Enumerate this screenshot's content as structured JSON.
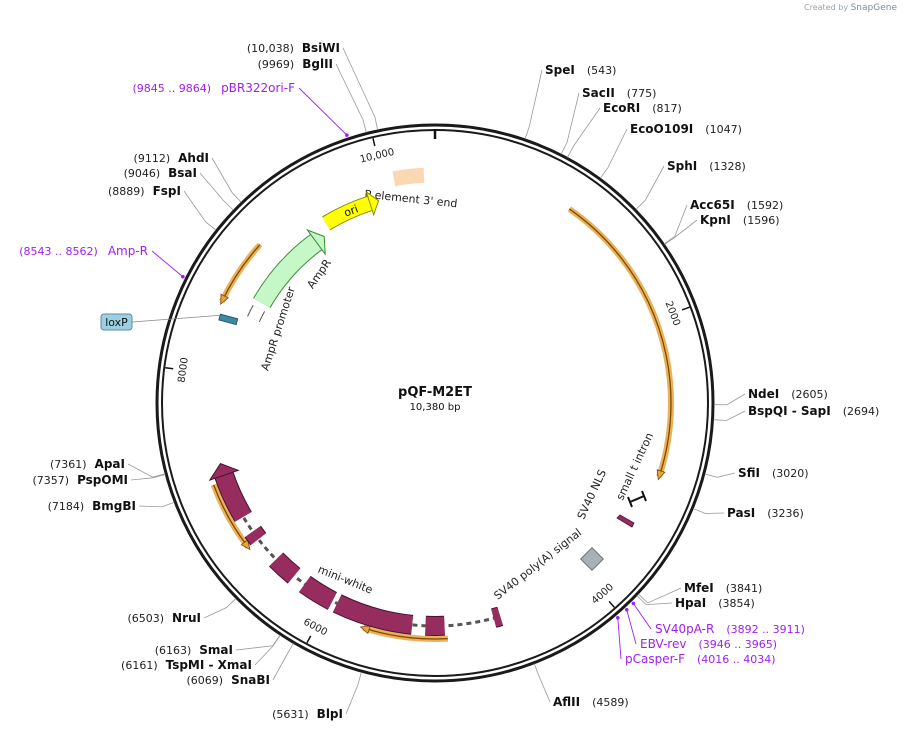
{
  "credit": {
    "prefix": "Created by",
    "brand": "SnapGene"
  },
  "plasmid": {
    "name": "pQF-M2ET",
    "size_label": "10,380 bp",
    "length": 10380
  },
  "colors": {
    "backbone": "#1a1a1a",
    "primer": "#a020f0",
    "feature_maroon": "#962d5e",
    "orf_orange": "#e8a33c",
    "ori_yellow": "#ffff00",
    "ampr_green": "#c6f7c6",
    "p_element": "#fbd8b4",
    "loxp_blue": "#9cd0e0"
  },
  "tick_labels": [
    {
      "pos": 10000,
      "label": "10,000"
    },
    {
      "pos": 2000,
      "label": "2000"
    },
    {
      "pos": 4000,
      "label": "4000"
    },
    {
      "pos": 6000,
      "label": "6000"
    },
    {
      "pos": 8000,
      "label": "8000"
    }
  ],
  "sites": [
    {
      "pos": 10038,
      "num": "(10,038)",
      "name": "BsiWI",
      "side": "L"
    },
    {
      "pos": 9969,
      "num": "(9969)",
      "name": "BglII",
      "side": "L"
    },
    {
      "pos": 543,
      "num": "(543)",
      "name": "SpeI",
      "side": "R"
    },
    {
      "pos": 775,
      "num": "(775)",
      "name": "SacII",
      "side": "R"
    },
    {
      "pos": 817,
      "num": "(817)",
      "name": "EcoRI",
      "side": "R"
    },
    {
      "pos": 1047,
      "num": "(1047)",
      "name": "EcoO109I",
      "side": "R"
    },
    {
      "pos": 1328,
      "num": "(1328)",
      "name": "SphI",
      "side": "R"
    },
    {
      "pos": 1592,
      "num": "(1592)",
      "name": "Acc65I",
      "side": "R"
    },
    {
      "pos": 1596,
      "num": "(1596)",
      "name": "KpnI",
      "side": "R"
    },
    {
      "pos": 2605,
      "num": "(2605)",
      "name": "NdeI",
      "side": "R"
    },
    {
      "pos": 2694,
      "num": "(2694)",
      "name": "BspQI - SapI",
      "side": "R"
    },
    {
      "pos": 3020,
      "num": "(3020)",
      "name": "SfiI",
      "side": "R"
    },
    {
      "pos": 3236,
      "num": "(3236)",
      "name": "PasI",
      "side": "R"
    },
    {
      "pos": 3841,
      "num": "(3841)",
      "name": "MfeI",
      "side": "R"
    },
    {
      "pos": 3854,
      "num": "(3854)",
      "name": "HpaI",
      "side": "R"
    },
    {
      "pos": 4589,
      "num": "(4589)",
      "name": "AflII",
      "side": "R"
    },
    {
      "pos": 5631,
      "num": "(5631)",
      "name": "BlpI",
      "side": "L"
    },
    {
      "pos": 6069,
      "num": "(6069)",
      "name": "SnaBI",
      "side": "L"
    },
    {
      "pos": 6161,
      "num": "(6161)",
      "name": "TspMI - XmaI",
      "side": "L"
    },
    {
      "pos": 6163,
      "num": "(6163)",
      "name": "SmaI",
      "side": "L"
    },
    {
      "pos": 6503,
      "num": "(6503)",
      "name": "NruI",
      "side": "L"
    },
    {
      "pos": 7184,
      "num": "(7184)",
      "name": "BmgBI",
      "side": "L"
    },
    {
      "pos": 7357,
      "num": "(7357)",
      "name": "PspOMI",
      "side": "L"
    },
    {
      "pos": 7361,
      "num": "(7361)",
      "name": "ApaI",
      "side": "L"
    },
    {
      "pos": 8889,
      "num": "(8889)",
      "name": "FspI",
      "side": "L"
    },
    {
      "pos": 9046,
      "num": "(9046)",
      "name": "BsaI",
      "side": "L"
    },
    {
      "pos": 9112,
      "num": "(9112)",
      "name": "AhdI",
      "side": "L"
    }
  ],
  "primers": [
    {
      "pos": 9855,
      "name": "pBR322ori-F",
      "range": "(9845 .. 9864)",
      "side": "L"
    },
    {
      "pos": 8552,
      "name": "Amp-R",
      "range": "(8543 .. 8562)",
      "side": "L"
    },
    {
      "pos": 3901,
      "name": "SV40pA-R",
      "range": "(3892 .. 3911)",
      "side": "R"
    },
    {
      "pos": 3955,
      "name": "EBV-rev",
      "range": "(3946 .. 3965)",
      "side": "R"
    },
    {
      "pos": 4025,
      "name": "pCasper-F",
      "range": "(4016 .. 4034)",
      "side": "R"
    }
  ],
  "features": [
    {
      "name": "ori",
      "label": "ori",
      "start": 9880,
      "end": 9460
    },
    {
      "name": "P element 3' end",
      "label": "P element 3' end",
      "start": 10300,
      "end": 10080
    },
    {
      "name": "AmpR",
      "label": "AmpR",
      "start": 9380,
      "end": 8620
    },
    {
      "name": "AmpR promoter",
      "label": "AmpR promoter",
      "start": 8620,
      "end": 8500
    },
    {
      "name": "loxP",
      "label": "loxP",
      "pos": 8420
    },
    {
      "name": "small t intron",
      "label": "small t intron",
      "start": 3090,
      "end": 3000
    },
    {
      "name": "SV40 NLS",
      "label": "SV40 NLS",
      "start": 3230,
      "end": 3180
    },
    {
      "name": "SV40 poly(A) signal",
      "label": "SV40 poly(A) signal",
      "start": 3650,
      "end": 3520
    },
    {
      "name": "mini-white",
      "label": "mini-white",
      "start": 4630,
      "end": 7320
    }
  ],
  "orfs": [
    {
      "start": 1000,
      "end": 3120
    },
    {
      "start": 9000,
      "end": 8520
    },
    {
      "start": 5100,
      "end": 5700
    },
    {
      "start": 7200,
      "end": 6700
    }
  ]
}
